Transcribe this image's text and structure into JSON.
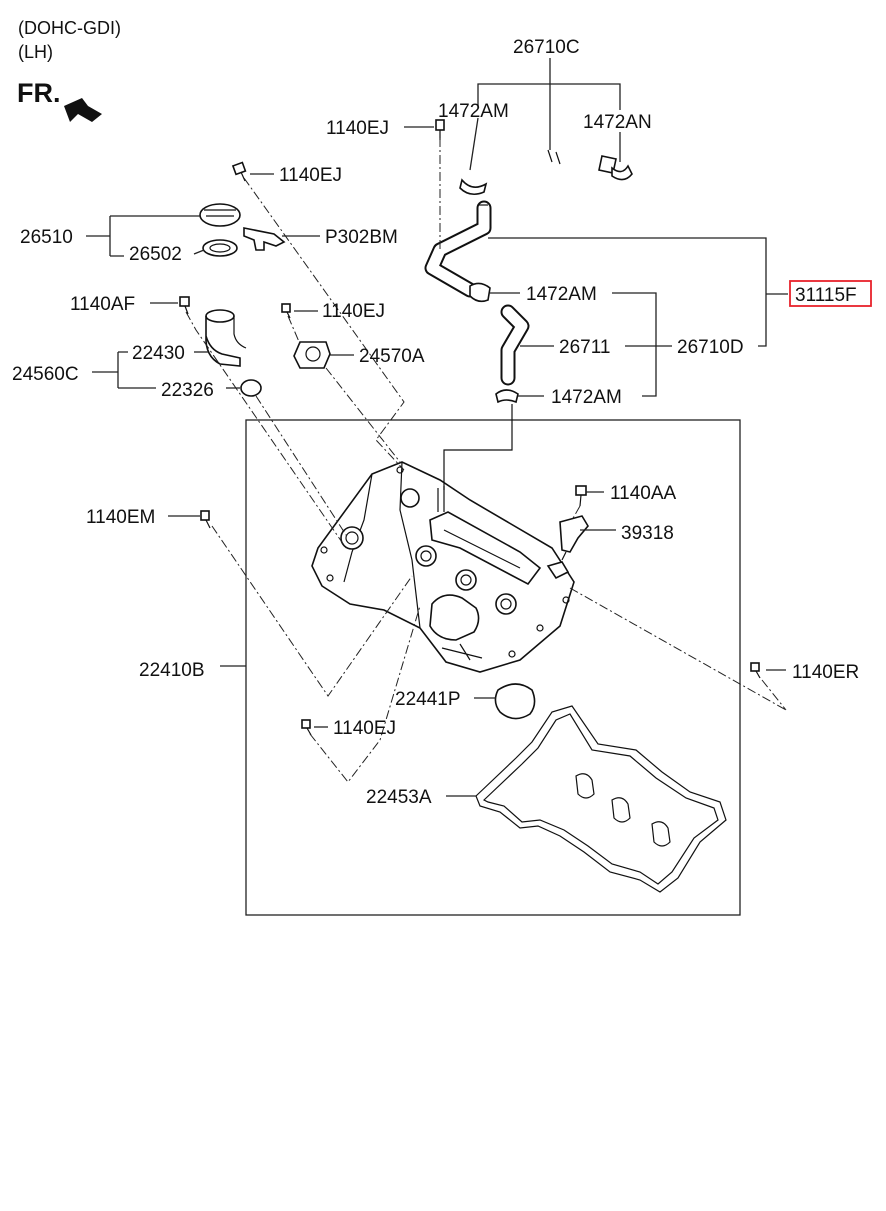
{
  "header": {
    "engine": "(DOHC-GDI)",
    "side": "(LH)",
    "front_marker": "FR."
  },
  "highlight_color": "#e8222b",
  "labels": {
    "p26710C": "26710C",
    "p1472AM_top": "1472AM",
    "p1472AN": "1472AN",
    "p1140EJ_top": "1140EJ",
    "p1140EJ_cap": "1140EJ",
    "p26510": "26510",
    "p26502": "26502",
    "pP302BM": "P302BM",
    "p31115F": "31115F",
    "p1140AF": "1140AF",
    "p1140EJ_mid": "1140EJ",
    "p1472AM_mid": "1472AM",
    "p24570A": "24570A",
    "p22430": "22430",
    "p24560C": "24560C",
    "p26711": "26711",
    "p26710D": "26710D",
    "p22326": "22326",
    "p1472AM_bot": "1472AM",
    "p1140AA": "1140AA",
    "p39318": "39318",
    "p1140EM": "1140EM",
    "p22410B": "22410B",
    "p1140ER": "1140ER",
    "p22441P": "22441P",
    "p1140EJ_low": "1140EJ",
    "p22453A": "22453A"
  }
}
